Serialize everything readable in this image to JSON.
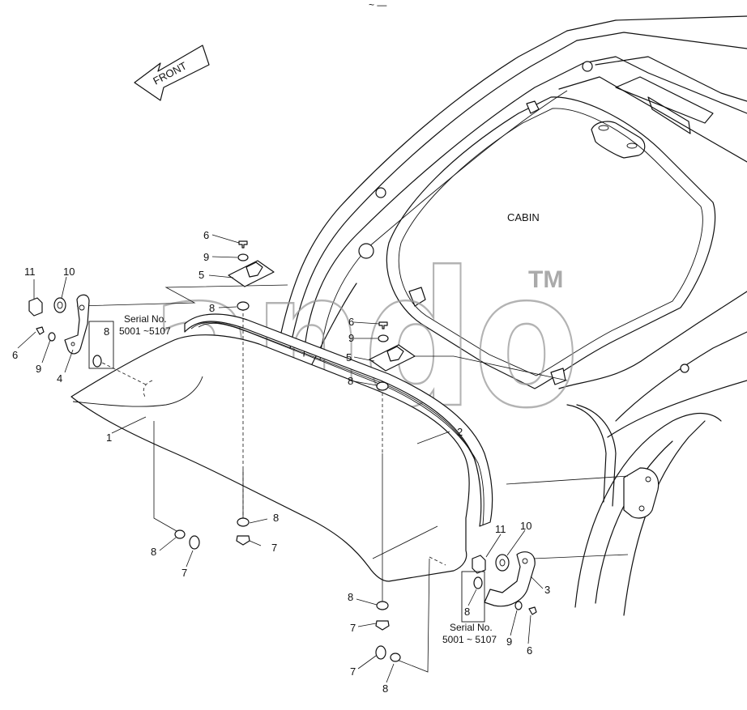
{
  "labels": {
    "front": "FRONT",
    "cabin": "CABIN",
    "serial_no": "Serial No.",
    "serial_range_1": "5001 ~5107",
    "serial_range_2": "5001 ~ 5107",
    "mark": "~ —"
  },
  "callouts": [
    "1",
    "2",
    "3",
    "4",
    "5",
    "5",
    "6",
    "6",
    "6",
    "6",
    "7",
    "7",
    "7",
    "7",
    "8",
    "8",
    "8",
    "8",
    "8",
    "8",
    "8",
    "8",
    "9",
    "9",
    "9",
    "9",
    "10",
    "10",
    "11",
    "11"
  ],
  "watermark": {
    "text": "ando",
    "tm": "TM",
    "color": "#9a9a9a"
  }
}
